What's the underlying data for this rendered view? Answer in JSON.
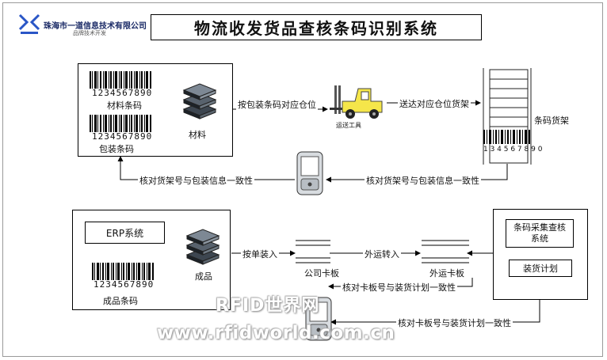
{
  "header": {
    "company_name": "珠海市一道信息技术有限公司",
    "company_sub": "品牌技术开发",
    "title": "物流收发货品查核条码识别系统"
  },
  "top": {
    "barcode_number": "1234567890",
    "material_barcode_label": "材料条码",
    "package_barcode_label": "包装条码",
    "material_label": "材料",
    "arrow_pack_to_slot": "按包装条码对应仓位",
    "transport_tool_label": "运送工具",
    "arrow_deliver_shelf": "送达对应仓位货架",
    "barcode_shelf_label": "条码货架",
    "shelf_barcode_number": "1 3 4 5 6 7 8 9 0",
    "verify_shelf_return": "核对货架号与包装信息一致性",
    "verify_shelf_forward": "核对货架号与包装信息一致性"
  },
  "bottom": {
    "erp_label": "ERP系统",
    "finished_label": "成品",
    "finished_barcode_label": "成品条码",
    "barcode_number": "1234567890",
    "arrow_load_by_order": "按单装入",
    "company_pallet_label": "公司卡板",
    "arrow_external_transfer": "外运转入",
    "external_pallet_label": "外运卡板",
    "verify_pallet_upper": "核对卡板号与装货计划一致性",
    "verify_pallet_lower": "核对卡板号与装货计划一致性",
    "system_label": "条码采集查核系统",
    "loading_plan_label": "装货计划"
  },
  "watermark": {
    "line1": "RFID世界网",
    "line2": "www.rfidworld.com.cn"
  }
}
